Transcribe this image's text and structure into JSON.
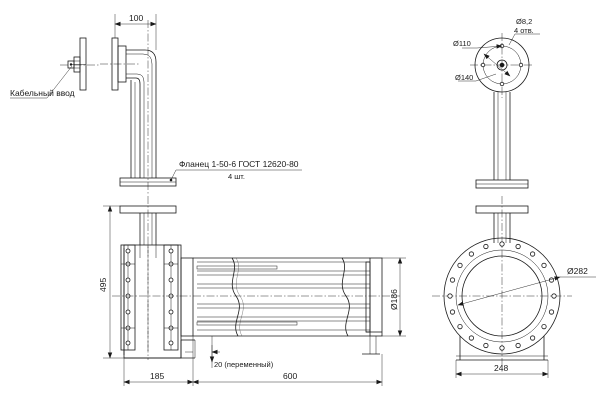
{
  "labels": {
    "dim_top": "100",
    "cable_entry": "Кабельный ввод",
    "flange": "Фланец 1-50-6 ГОСТ 12620-80",
    "flange_qty": "4 шт.",
    "dim_height": "495",
    "dim_left": "185",
    "dim_length": "600",
    "dim_var": "20 (переменный)",
    "dim_d186": "Ø186",
    "dim_d8": "Ø8,2",
    "holes": "4 отв.",
    "dim_d110": "Ø110",
    "dim_d140": "Ø140",
    "dim_d282": "Ø282",
    "dim_248": "248"
  }
}
